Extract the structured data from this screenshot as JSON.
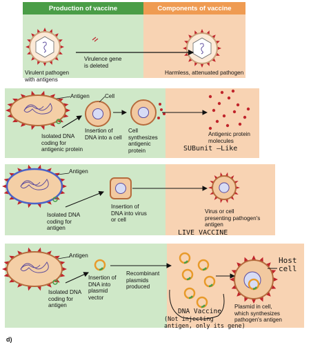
{
  "header": {
    "production": "Production of vaccine",
    "components": "Components of vaccine"
  },
  "panel_a": {
    "pathogen": "Virulent pathogen\nwith antigens",
    "gene_deleted": "Virulence gene\nis deleted",
    "result": "Harmless, attenuated pathogen"
  },
  "panel_b": {
    "antigen": "Antigen",
    "cell": "Cell",
    "dna": "Isolated DNA\ncoding for\nantigenic protein",
    "insertion": "Insertion of\nDNA into a cell",
    "synth": "Cell\nsynthesizes\nantigenic\nprotein",
    "result": "Antigenic protein\nmolecules",
    "note": "SUBunit —Like"
  },
  "panel_c": {
    "antigen": "Antigen",
    "dna": "Isolated DNA\ncoding for\nantigen",
    "insertion": "Insertion of\nDNA into virus\nor cell",
    "result": "Virus or cell\npresenting pathogen's\nantigen",
    "note": "LIVE  VACCINE"
  },
  "panel_d": {
    "antigen": "Antigen",
    "dna": "Isolated DNA\ncoding for\nantigen",
    "insertion": "Insertion of\nDNA into\nplasmid\nvector",
    "recomb": "Recombinant\nplasmids\nproduced",
    "result": "Plasmid in cell,\nwhich synthesizes\npathogen's antigen",
    "host_note": "Host\ncell",
    "dna_note": "DNA Vaccine",
    "dna_note2": "(Not injecting\nantigen, only its gene)",
    "letter": "d)"
  },
  "colors": {
    "green_header": "#4a9d47",
    "orange_header": "#ef9b52",
    "green_panel": "#cfe8c8",
    "orange_panel": "#f8d3b3",
    "spike": "#c0242b",
    "cell_fill": "#f2c9a0",
    "dna": "#5a4a9c"
  }
}
